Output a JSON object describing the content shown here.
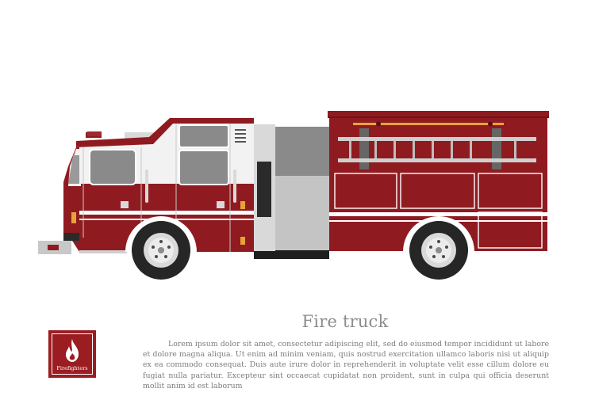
{
  "illustration": {
    "subject": "fire-truck-side-view",
    "colors": {
      "body_red": "#8f1b20",
      "cab_white": "#f2f2f2",
      "stripe_white": "#ffffff",
      "chrome_gray": "#c8c8c8",
      "pump_gray": "#a9a9a9",
      "tire_black": "#262626",
      "ladder_gray": "#bfbfbf",
      "hose_orange": "#e8a23a"
    }
  },
  "caption": {
    "title": "Fire truck",
    "body": "Lorem ipsum dolor sit amet, consectetur adipiscing elit, sed do eiusmod tempor incididunt ut labore et dolore magna aliqua. Ut enim ad minim veniam, quis nostrud exercitation ullamco laboris nisi ut aliquip ex ea commodo consequat. Duis aute irure dolor in reprehenderit in voluptate velit esse cillum dolore eu fugiat nulla pariatur. Excepteur sint occaecat cupidatat non proident, sunt in culpa qui officia deserunt mollit anim id est laborum"
  },
  "badge": {
    "label": "Firefighters",
    "icon": "flame-icon",
    "color": "#9b1c21"
  }
}
